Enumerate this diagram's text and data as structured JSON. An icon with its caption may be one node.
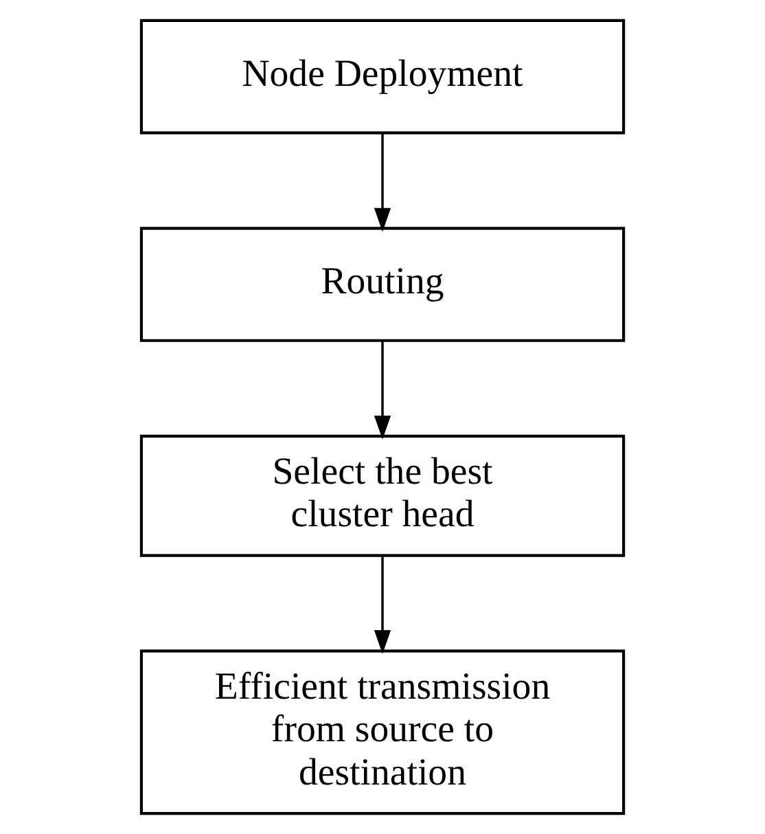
{
  "diagram": {
    "nodes": [
      {
        "text": [
          "Node Deployment"
        ]
      },
      {
        "text": [
          "Routing"
        ]
      },
      {
        "text": [
          "Select the best cluster head"
        ]
      },
      {
        "text": [
          "Efficient transmission from source to destination"
        ]
      }
    ],
    "edges": [
      {
        "from": 0,
        "to": 1,
        "arrow": "to"
      },
      {
        "from": 1,
        "to": 2,
        "arrow": "to"
      },
      {
        "from": 2,
        "to": 3,
        "arrow": "to"
      }
    ]
  }
}
